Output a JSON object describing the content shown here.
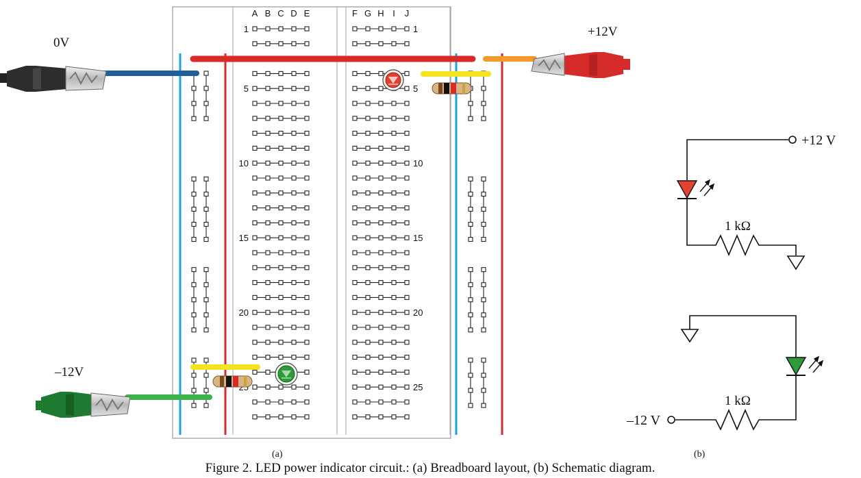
{
  "breadboard": {
    "columns_left": [
      "A",
      "B",
      "C",
      "D",
      "E"
    ],
    "columns_right": [
      "F",
      "G",
      "H",
      "I",
      "J"
    ],
    "row_numbers": [
      "1",
      "5",
      "10",
      "15",
      "20",
      "25"
    ]
  },
  "labels": {
    "ground": "0V",
    "positive": "+12V",
    "negative": "–12V"
  },
  "schematic": {
    "top_supply": "+12 V",
    "top_resistor": "1 kΩ",
    "bottom_resistor": "1 kΩ",
    "bottom_supply": "–12 V"
  },
  "subcaptions": {
    "a": "(a)",
    "b": "(b)"
  },
  "caption": "Figure 2.  LED power indicator circuit.: (a) Breadboard layout, (b) Schematic diagram.",
  "colors": {
    "rail_red": "#d92a2a",
    "rail_blue": "#1ba4dc",
    "wire_red": "#d92a2a",
    "wire_blue": "#1f5f9f",
    "wire_yellow": "#f3e321",
    "wire_orange": "#f2992a",
    "wire_green": "#3cb44a",
    "led_red": "#e24232",
    "led_green": "#2e9a3a"
  },
  "icons": [
    "alligator-clip-black",
    "alligator-clip-red",
    "alligator-clip-green",
    "led",
    "resistor",
    "ground-symbol"
  ]
}
